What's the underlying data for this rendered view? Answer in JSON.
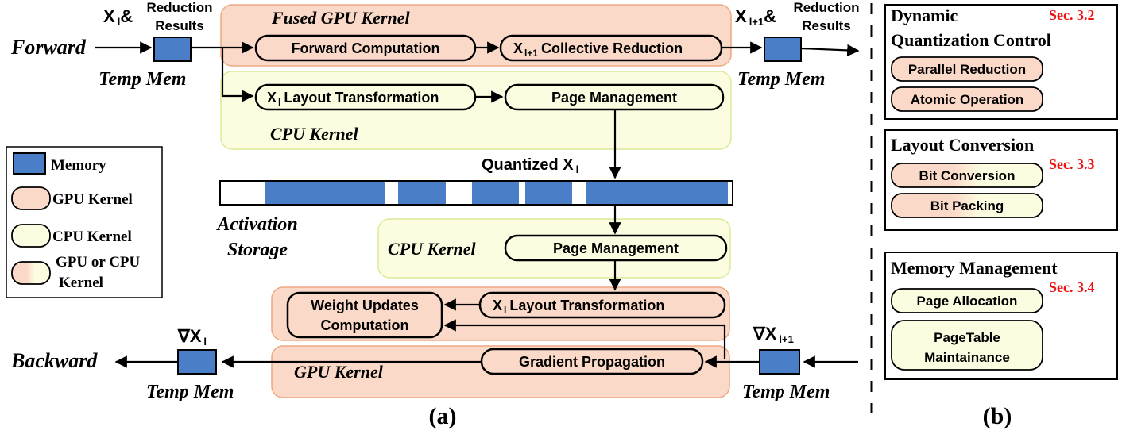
{
  "colors": {
    "gpu_fill": "#fbd9c8",
    "gpu_stroke": "#eea883",
    "cpu_fill": "#fcfde0",
    "cpu_stroke": "#dcea98",
    "memory_fill": "#4a7ec7",
    "section_red": "#ee1111"
  },
  "forward": {
    "label": "Forward",
    "xl_label": "X",
    "xl_sub": "l",
    "xl_amp": "&",
    "reduction1": "Reduction",
    "reduction2": "Results",
    "temp_mem": "Temp Mem",
    "fused_gpu_kernel": "Fused GPU Kernel",
    "forward_computation": "Forward Computation",
    "collective_reduction": "Collective Reduction",
    "xl1_label": "X",
    "xl1_sub": "l+1",
    "xl1_amp": "&",
    "layout_transformation": "Layout Transformation",
    "page_management": "Page Management",
    "cpu_kernel": "CPU Kernel",
    "temp_mem_right": "Temp Mem"
  },
  "storage": {
    "quantized": "Quantized X",
    "quantized_sub": "l",
    "label_line1": "Activation",
    "label_line2": "Storage"
  },
  "backward_cpu": {
    "cpu_kernel": "CPU Kernel",
    "page_management": "Page Management"
  },
  "backward": {
    "weight_updates_line1": "Weight Updates",
    "weight_updates_line2": "Computation",
    "layout_transformation": "Layout Transformation",
    "gradient_propagation": "Gradient Propagation",
    "gpu_kernel": "GPU Kernel",
    "label": "Backward",
    "grad_left": "∇X",
    "grad_left_sub": "l",
    "grad_right": "∇X",
    "grad_right_sub": "l+1",
    "temp_mem_left": "Temp Mem",
    "temp_mem_right": "Temp Mem"
  },
  "legend": {
    "memory": "Memory",
    "gpu_kernel": "GPU Kernel",
    "cpu_kernel": "CPU Kernel",
    "gpu_or_cpu_line1": "GPU or CPU",
    "gpu_or_cpu_line2": "Kernel"
  },
  "caption_a": "(a)",
  "caption_b": "(b)",
  "panel_b": {
    "dq_title_line1": "Dynamic",
    "dq_title_line2": "Quantization Control",
    "dq_sec": "Sec. 3.2",
    "dq_item1": "Parallel Reduction",
    "dq_item2": "Atomic Operation",
    "lc_title": "Layout Conversion",
    "lc_sec": "Sec. 3.3",
    "lc_item1": "Bit Conversion",
    "lc_item2": "Bit Packing",
    "mm_title": "Memory Management",
    "mm_sec": "Sec. 3.4",
    "mm_item1": "Page Allocation",
    "mm_item2_line1": "PageTable",
    "mm_item2_line2": "Maintainance"
  }
}
